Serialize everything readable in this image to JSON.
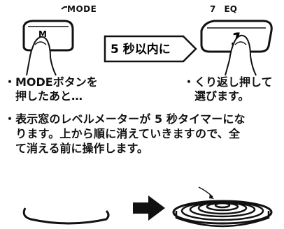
{
  "top_left": {
    "mode_label": "MODE",
    "button_label": "M"
  },
  "top_right": {
    "eq_label": "7   EQ",
    "display_digit": "1"
  },
  "arrow_text": "5 秒以内に",
  "captions": {
    "left": [
      "・MODEボタンを",
      "　押したあと…"
    ],
    "right": [
      "・くり返し押して",
      "　選びます。"
    ]
  },
  "description": [
    "・表示窓のレベルメーターが 5 秒タイマーにな",
    "　ります。上から順に消えていきますので、全",
    "　て消える前に操作します。"
  ]
}
